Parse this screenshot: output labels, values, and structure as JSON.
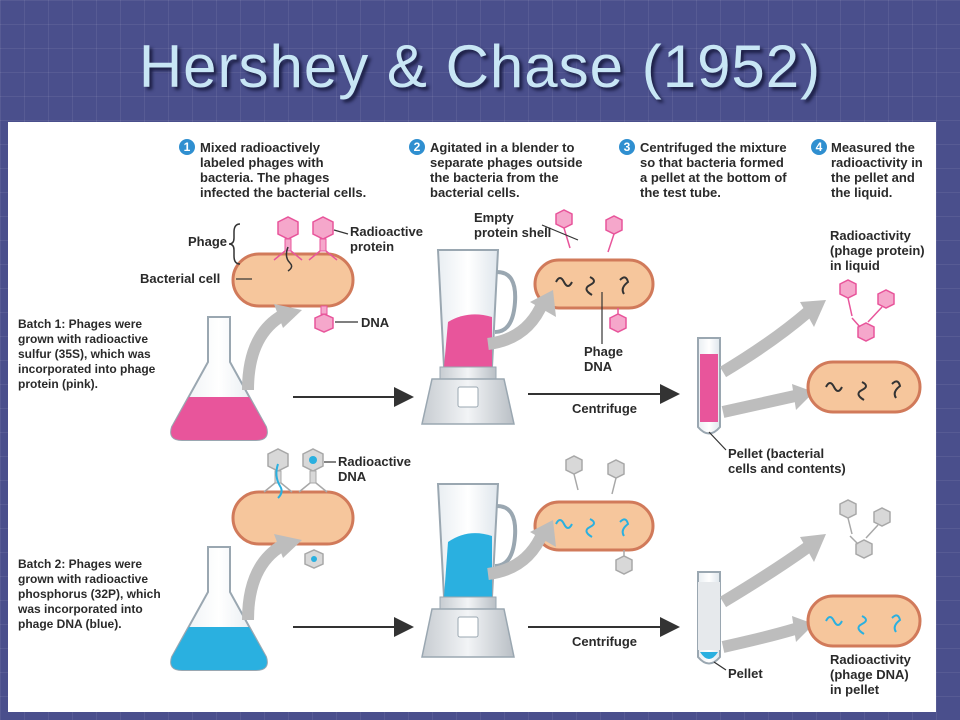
{
  "title": "Hershey & Chase (1952)",
  "steps": [
    {
      "num": "1",
      "lines": [
        "Mixed radioactively",
        "labeled phages with",
        "bacteria. The phages",
        "infected the bacterial cells."
      ]
    },
    {
      "num": "2",
      "lines": [
        "Agitated in a blender to",
        "separate phages outside",
        "the bacteria from the",
        "bacterial cells."
      ]
    },
    {
      "num": "3",
      "lines": [
        "Centrifuged the mixture",
        "so that bacteria formed",
        "a pellet at the bottom of",
        "the test tube."
      ]
    },
    {
      "num": "4",
      "lines": [
        "Measured the",
        "radioactivity in",
        "the pellet and",
        "the liquid."
      ]
    }
  ],
  "labels": {
    "phage": "Phage",
    "radioactive_protein": [
      "Radioactive",
      "protein"
    ],
    "bacterial_cell": "Bacterial cell",
    "dna": "DNA",
    "empty_shell": [
      "Empty",
      "protein shell"
    ],
    "phage_dna": [
      "Phage",
      "DNA"
    ],
    "centrifuge_1": "Centrifuge",
    "centrifuge_2": "Centrifuge",
    "radio_liquid": [
      "Radioactivity",
      "(phage protein)",
      "in liquid"
    ],
    "pellet_bacterial": [
      "Pellet (bacterial",
      "cells and contents)"
    ],
    "radioactive_dna": [
      "Radioactive",
      "DNA"
    ],
    "pellet": "Pellet",
    "radio_pellet": [
      "Radioactivity",
      "(phage DNA)",
      "in pellet"
    ]
  },
  "batch1": {
    "lines": [
      "Batch 1: Phages were",
      "grown with radioactive",
      "sulfur (35S), which was",
      "incorporated into phage",
      "protein (pink)."
    ]
  },
  "batch2": {
    "lines": [
      "Batch 2: Phages were",
      "grown with radioactive",
      "phosphorus (32P), which",
      "was incorporated into",
      "phage DNA (blue)."
    ]
  },
  "colors": {
    "pink": "#e8559b",
    "light_pink": "#f5a7cb",
    "blue": "#2ab0e0",
    "cell_fill": "#f6c69c",
    "cell_stroke": "#d17a5a",
    "step_badge": "#2f8fd0",
    "gray_arrow": "#bdbdbd",
    "gray_phage": "#c9c9c9"
  }
}
